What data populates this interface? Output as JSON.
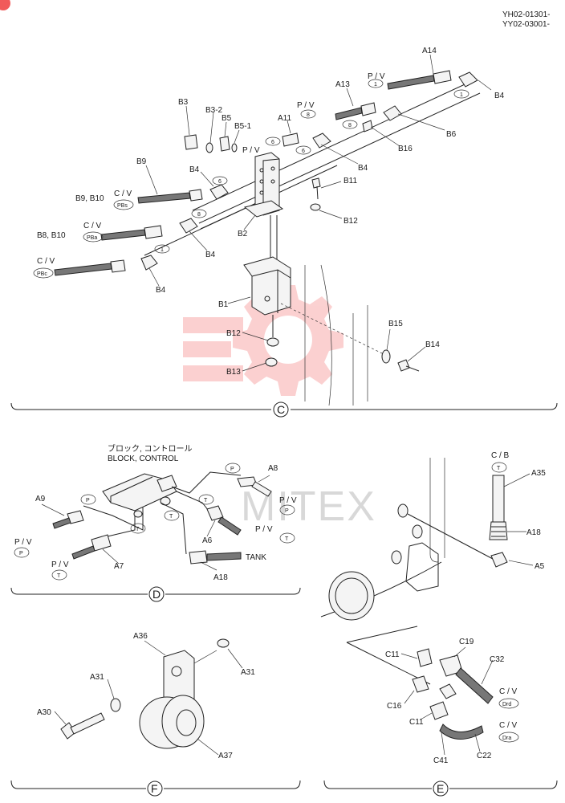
{
  "header": {
    "code_1": "YH02-01301-",
    "code_2": "YY02-03001-"
  },
  "watermark": "MITEX",
  "brand_color": "#f15a5a",
  "sections": {
    "C": "C",
    "D": "D",
    "F": "F",
    "E": "E"
  },
  "section_c": {
    "labels": {
      "A14": "A14",
      "A13": "A13",
      "A11": "A11",
      "B3": "B3",
      "B3_2": "B3-2",
      "B5": "B5",
      "B5_1": "B5-1",
      "B9": "B9",
      "B9_B10": "B9, B10",
      "B8_B10": "B8, B10",
      "B4_a": "B4",
      "B4_b": "B4",
      "B4_c": "B4",
      "B4_d": "B4",
      "B4_e": "B4",
      "B6": "B6",
      "B16": "B16",
      "B11": "B11",
      "B12_a": "B12",
      "B2": "B2",
      "B1": "B1",
      "B12_b": "B12",
      "B13": "B13",
      "B15": "B15",
      "B14": "B14",
      "pv_1": "P / V",
      "pv_2": "P / V",
      "pv_3": "P / V",
      "cv_1": "C / V",
      "cv_2": "C / V",
      "cv_3": "C / V"
    },
    "ovals": {
      "o1": "1",
      "o1b": "1",
      "o8": "8",
      "o8b": "8",
      "o6": "6",
      "o6b": "6",
      "o6c": "6",
      "o8c": "8",
      "o1c": "1",
      "PBs": "PBs",
      "PBa": "PBa",
      "PBc": "PBc"
    }
  },
  "section_d": {
    "title_jp": "ブロック, コントロール",
    "title_en": "BLOCK, CONTROL",
    "labels": {
      "A8": "A8",
      "A9": "A9",
      "A6": "A6",
      "A7": "A7",
      "A18": "A18",
      "tank": "TANK",
      "pv_1": "P / V",
      "pv_2": "P / V",
      "pv_3": "P / V",
      "pv_4": "P / V"
    },
    "ovals": {
      "P1": "P",
      "P2": "P",
      "P3": "P",
      "P4": "P",
      "T1": "T",
      "T2": "T",
      "T3": "T",
      "T4": "T",
      "T5": "T"
    }
  },
  "section_e_top": {
    "labels": {
      "cb": "C / B",
      "A35": "A35",
      "A18": "A18",
      "A5": "A5"
    },
    "ovals": {
      "T": "T"
    }
  },
  "section_f": {
    "labels": {
      "A36": "A36",
      "A31_a": "A31",
      "A31_b": "A31",
      "A30": "A30",
      "A37": "A37"
    }
  },
  "section_e": {
    "labels": {
      "C11_a": "C11",
      "C19": "C19",
      "C32": "C32",
      "C16": "C16",
      "C11_b": "C11",
      "C41": "C41",
      "C22": "C22",
      "cv_1": "C / V",
      "cv_2": "C / V"
    },
    "ovals": {
      "Drd": "Drd",
      "Dra": "Dra"
    }
  }
}
